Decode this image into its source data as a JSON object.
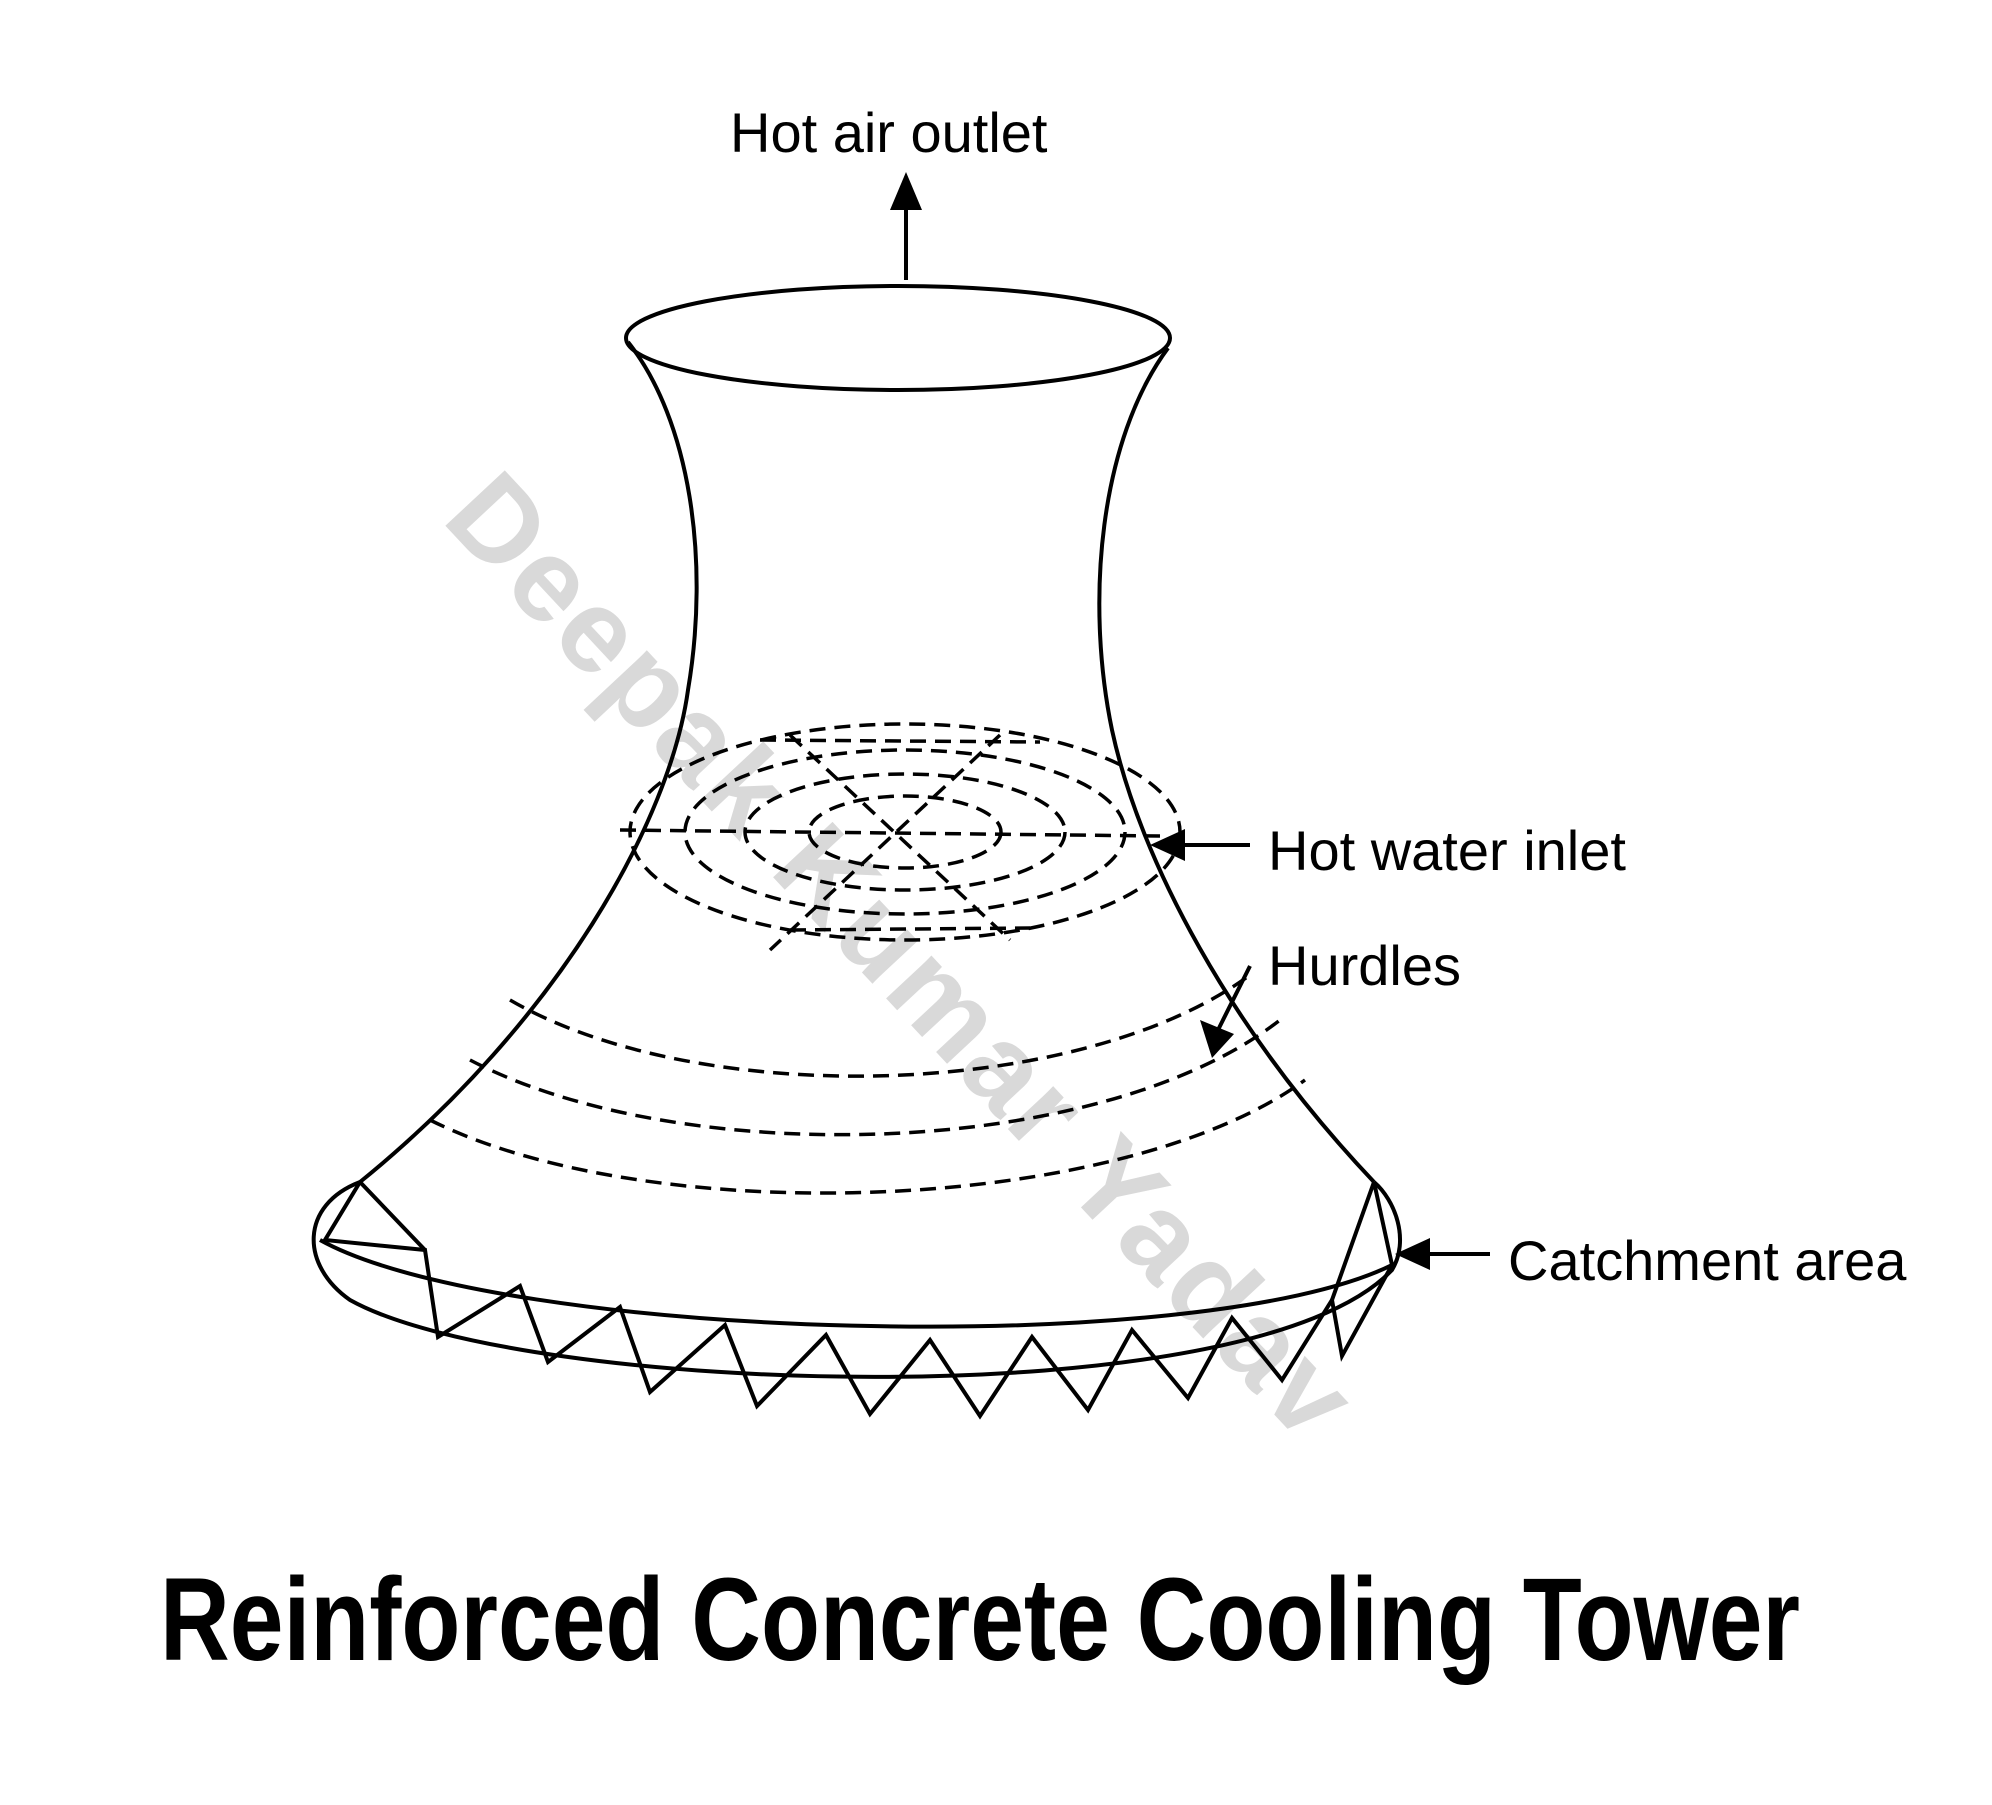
{
  "diagram": {
    "title": "Reinforced Concrete Cooling Tower",
    "labels": {
      "hot_air_outlet": "Hot air outlet",
      "hot_water_inlet": "Hot water inlet",
      "hurdles": "Hurdles",
      "catchment_area": "Catchment area"
    },
    "watermark": "Deepak Kumar Yadav",
    "colors": {
      "line": "#000000",
      "background": "#ffffff",
      "watermark": "#d8d8d8"
    }
  }
}
